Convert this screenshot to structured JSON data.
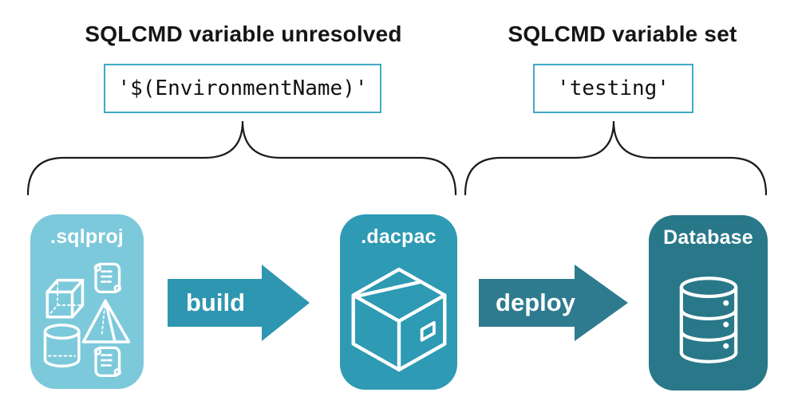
{
  "annotations": {
    "unresolved": {
      "title": "SQLCMD variable unresolved",
      "code": "'$(EnvironmentName)'"
    },
    "set": {
      "title": "SQLCMD variable set",
      "code": "'testing'"
    }
  },
  "pipeline": {
    "stages": [
      {
        "label": ".sqlproj",
        "icon": "sql-project-objects-icon",
        "color": "#7CC9DB"
      },
      {
        "label": ".dacpac",
        "icon": "package-icon",
        "color": "#2E9AB4"
      },
      {
        "label": "Database",
        "icon": "database-icon",
        "color": "#287889"
      }
    ],
    "arrows": [
      {
        "label": "build",
        "color": "#2E96B0"
      },
      {
        "label": "deploy",
        "color": "#2E7A8F"
      }
    ]
  },
  "colors": {
    "code_box_border": "#41A9C6",
    "brace_stroke": "#1B1B1B",
    "heading_text": "#151515",
    "background": "#FFFFFF"
  }
}
